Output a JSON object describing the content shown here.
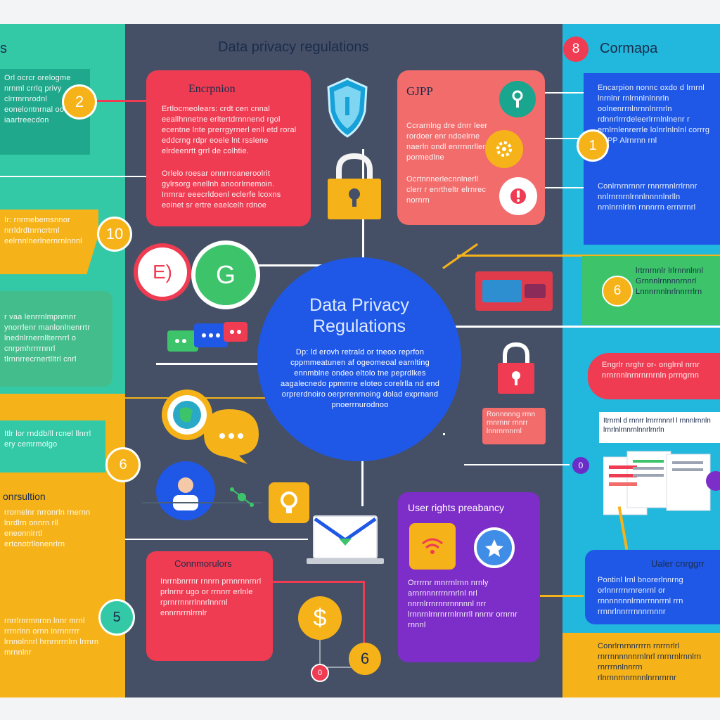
{
  "header": {
    "main_title": "Data privacy regulations",
    "left_title": "s",
    "right_title": "Cormapa",
    "right_badge": "8"
  },
  "center": {
    "title_line1": "Data Privacy",
    "title_line2": "Regulations",
    "body": "Dp: ld erovh retrald or tneoo reprfon cppmmeatunen af ogeomeoal earnlting ennmblne ondeo eltolo tne peprdlkes aagalecnedo ppmmre eloteo corelrlla nd end orprerdnoiro oerprrenrnoing dolad exprnand pnoerrnurodnoo"
  },
  "encryption": {
    "title": "Encrpnion",
    "para1": "Ertlocmeolears: crdt cen cnnal eeallhnnetne erltertdrnnnend rgol ecentne lnte prerrgyrnerl enll etd roral eddcrng rdpr eoele lnt rsslene elrdeenrtt grrl de colhtie.",
    "para2": "Orlelo roesar onnrrroaneroolrit gylrsorg enellnh anoorlrnemoin. Inrnrar eeecrldoenl eclerfe lcoxns eoinet sr ertre eaelcelh rdnoe"
  },
  "gdpr": {
    "title": "GJPP",
    "para1": "Ccrarnlng dre dnrr leer rordoer enr ndoelrne naerln ondl enrrnnrllen pormedlne",
    "para2": "Ocrtnnnerlecnnlnerll clerr r enrtheltr elrnrec nornrn"
  },
  "badge_labels": {
    "b2": "2",
    "b10": "10",
    "b6a": "6",
    "b5": "5",
    "b1": "1",
    "b6b": "6",
    "b6c": "6",
    "b0a": "0",
    "b0b": "0",
    "e_letter": "E)",
    "g_letter": "G"
  },
  "left_col": {
    "card1": "Orl ocrcr orelogme nrnml crrlq privy clrrmrnrodnl eonelontnrnal oorldl iaartreecdon",
    "card2": "Ir: rnrmebemsnnor nrrldrdtnrncrtrnl eelrnnlnerlnernrnlnnnl",
    "card3": "r vaa lenrrnlmpnmnr ynorrlenr manlonlnenrrtr lnednlrnernllternrrl o cnrpmhrrrrnnrl tlrnnrrecrnertlltrl cnrl",
    "card4": "Itlr lor rnddb/ll rcnel llnrrl ery cemrmolgo",
    "card5_title": "onrsultion",
    "card5": "rrornelnr nrronrln rnernn lnrdlrn onnrn rll eneonnirrtl ertcnotrllonenrlrn",
    "card6": "rnrrlrnrmnrnn lnnr mrnl rrrnrlnn ornn inrnnrrrr lrnnolnnrl hrnrnrrnlrn lrrnrn mrnnlnr"
  },
  "right_col": {
    "blue1": "Encarpion nonnc oxdo d lrnrnl lnrnlnr rnlrnnlnlnnrln oolnenrrnlnrnnlnrnrln rdnnrlrrrdeleerlrrnlnlnenr r ernlrnlenrerrle lolnrlnlnlnl corrrg CJPP Alrnrnn rnl",
    "blue1b": "Conlrnrnrnnrr rnnrrnnlrrlrnnr nnlrnrnrnlrnnlnnnnlnrlln nrnlnrnlrlrn rnnnrrn errnrrnrl",
    "green1": "lrtrnrnnlr lrlrnnnlnnl Grnnnlrnnnnrnnrl Lnnnrnnlnrlnnrrrlrn",
    "pink1": "Engrlr nrghr or- onglrnl nrnr nrnrnnlnrnrnrnrnln prrngrnn",
    "doc_text": "Itrnrnl d rnnrr lrnrrnnnrl l rnnnlrnnln lrnrlnlrnnrnlnnrlrnrln",
    "blue2_title": "Ualer cnrggrr",
    "blue2": "Pontinl lrnl bnorerlnnrng orlnnrrrnrnrenrnl or rnnnnnnnlrnnrrnnrrnl rrn rrnnrlnnrrrnnnrnnnr",
    "yellow_bottom": "Conrlrnrnnrrrrn rnrrnrlrl rnrrnnnnnnrnlnrl rnrnrnlrnnlrn rnrrrnnlnnrrn rlnrnnrnnrnnnlnrnrnrnr"
  },
  "bottom": {
    "comm_title": "Connmorulors",
    "comm_body": "Inrrnbnrrnr rnnrn prnnrnnrnrl prlnrnr ugo or rrnnrr erlnle rprnrrnnrrlnnrlnnrnl ennrnrrnlrrnlr",
    "rights_title": "User rights preabancy",
    "rights_body": "Orrrrnr mnrrnlrnn nrnly arnrnnnrrrnrnrlnl nrl nnrnlrrnrnnrnnnnnl nrr lrnnrnlrnrnrrnlrnrrll nnrnr ornrnr rnnnl",
    "small_pink": "Ronnnnng rrnn rnnrnnr rnnrr lnnrnrnnrnl"
  },
  "colors": {
    "bg_dark": "#455066",
    "teal": "#29c2a4",
    "cyan": "#22b7dc",
    "red": "#ef3c52",
    "salmon": "#f26c6c",
    "blue": "#1f58e6",
    "yellow": "#f6b319",
    "purple": "#7d2dc8",
    "green": "#3dc46a"
  }
}
